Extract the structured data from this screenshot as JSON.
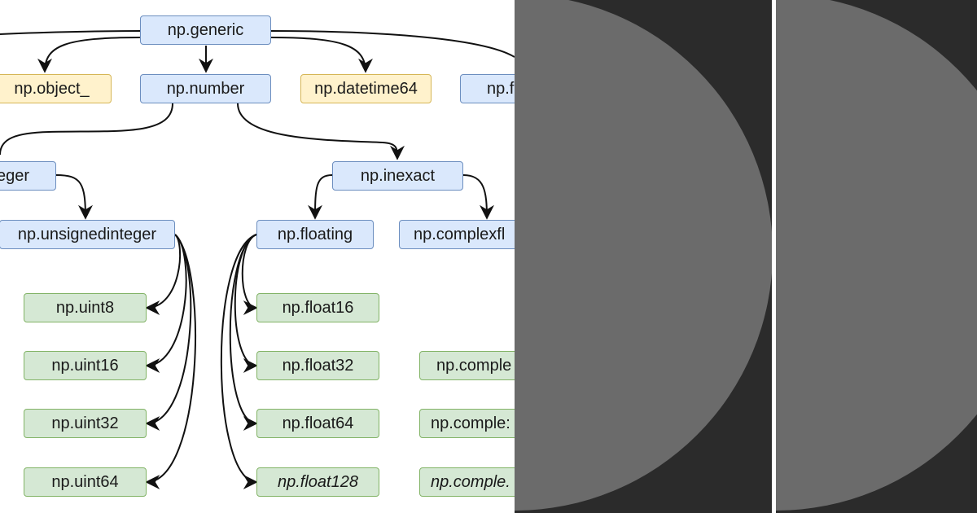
{
  "diagram": {
    "nodes": {
      "generic": "np.generic",
      "object": "np.object_",
      "number": "np.number",
      "datetime64": "np.datetime64",
      "flexible_partial": "np.f",
      "integer_partial": "eger",
      "inexact": "np.inexact",
      "unsignedinteger": "np.unsignedinteger",
      "floating": "np.floating",
      "complexfloating_partial": "np.complexfl",
      "uint8": "np.uint8",
      "uint16": "np.uint16",
      "uint32": "np.uint32",
      "uint64": "np.uint64",
      "float16": "np.float16",
      "float32": "np.float32",
      "float64": "np.float64",
      "float128": "np.float128",
      "complex64_partial": "np.comple",
      "complex128_partial": "np.comple:",
      "complex256_partial": "np.comple."
    },
    "colors": {
      "abstract_fill": "#dae8fc",
      "abstract_border": "#6c8ebf",
      "other_fill": "#fff2cc",
      "other_border": "#d6b656",
      "concrete_fill": "#d5e8d4",
      "concrete_border": "#82b366"
    }
  },
  "thumbnails": {
    "count": 2,
    "background": "#2b2b2b",
    "shape_color": "#6b6b6b",
    "shape": "half-circle"
  }
}
